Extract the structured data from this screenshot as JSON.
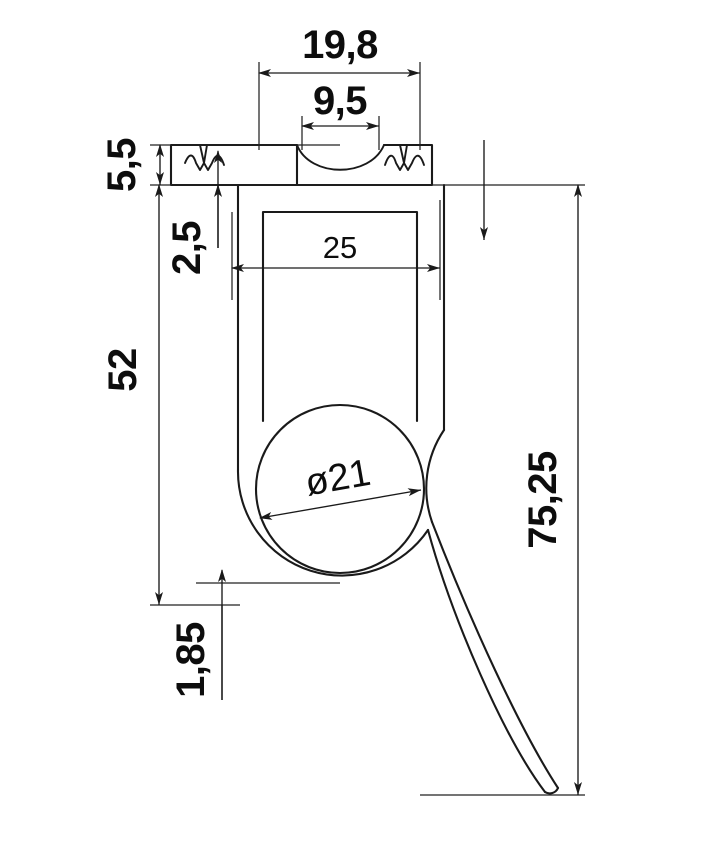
{
  "drawing": {
    "title": "Profile cross-section dimensioned drawing",
    "units": "mm",
    "background_color": "#ffffff",
    "line_color": "#1a1a1a",
    "dimensions": {
      "top_overall_width": "19,8",
      "top_inner_width": "9,5",
      "body_inner_width": "25",
      "flange_thickness": "5,5",
      "flange_offset": "2,5",
      "body_height": "52",
      "foot_offset": "1,85",
      "overall_height": "75,25",
      "bore_diameter": "ø21"
    }
  }
}
